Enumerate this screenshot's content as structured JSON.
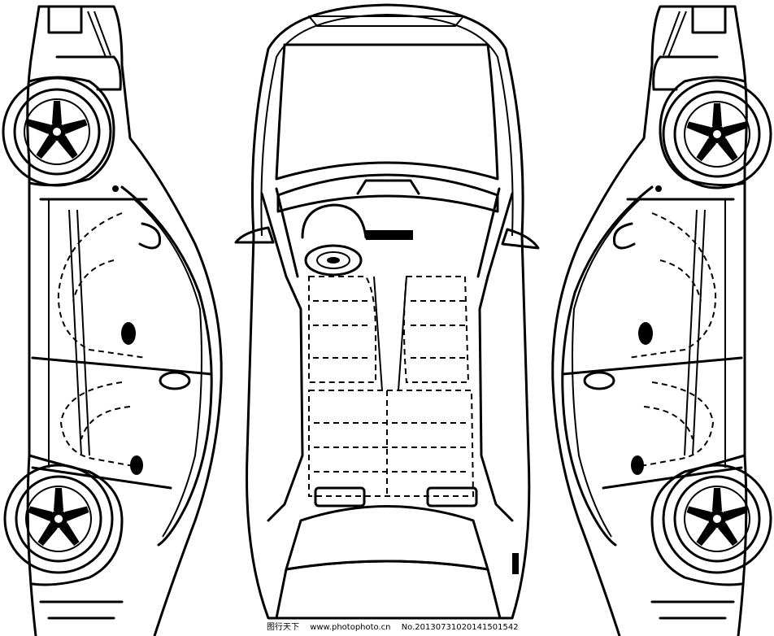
{
  "watermark": {
    "site_name": "图行天下",
    "site_url": "www.photophoto.cn",
    "serial": "No.20130731020141501542"
  }
}
